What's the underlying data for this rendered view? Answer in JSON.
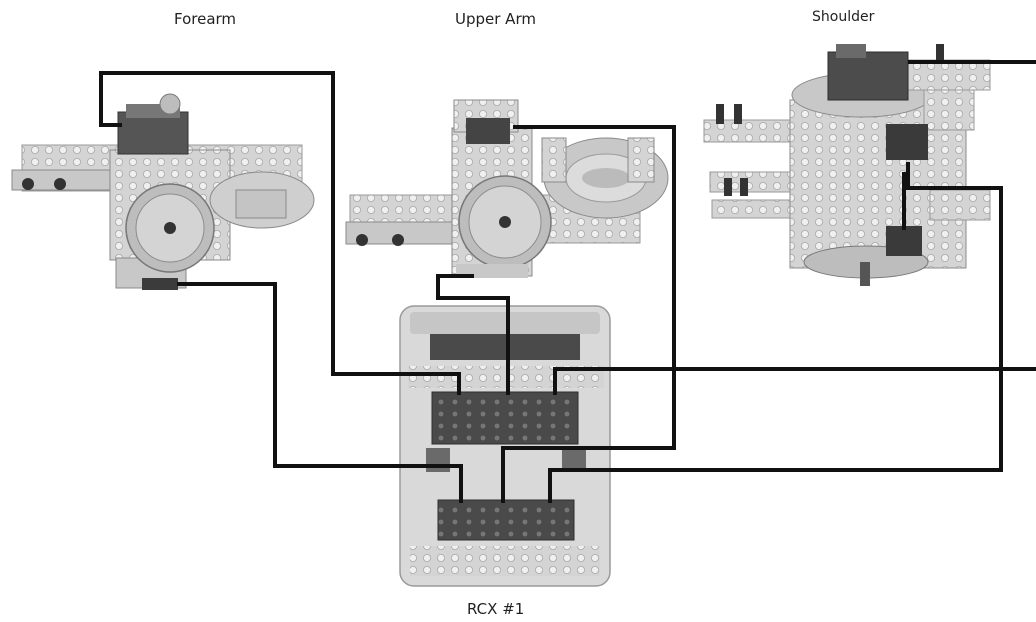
{
  "labels": {
    "forearm": "Forearm",
    "upper_arm": "Upper Arm",
    "shoulder": "Shoulder",
    "controller": "RCX #1"
  },
  "colors": {
    "wire": "#111111",
    "brick_light": "#d9d9d9",
    "brick_mid": "#bdbdbd",
    "brick_dark": "#444444",
    "stud": "#ececec"
  }
}
